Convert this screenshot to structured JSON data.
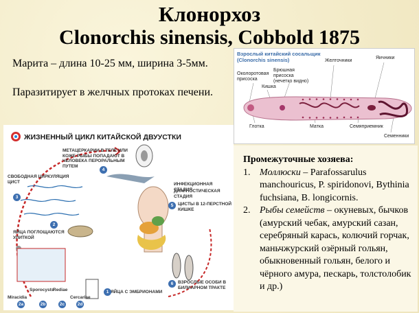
{
  "title": {
    "line1": "Клонорхоз",
    "line2": "Clonorchis sinensis, Cobbold 1875"
  },
  "marita": "Марита – длина 10-25 мм, ширина 3-5мм.",
  "parasite": "Паразитирует в желчных протоках печени.",
  "worm_diagram": {
    "title_ru": "Взрослый китайский сосальщик",
    "title_lat": "(Clonorchis sinensis)",
    "labels": {
      "oral_sucker": "Околоротовая присоска",
      "ventral_sucker": "Брюшная присоска (нечетко видно)",
      "vitellaria": "Желточники",
      "ovary": "Яичники",
      "gut": "Кишка",
      "pharynx": "Глотка",
      "uterus": "Матка",
      "seminal": "Семяприемник",
      "testes": "Семенники"
    },
    "colors": {
      "body": "#e9b6c9",
      "organs": "#7a1f3d"
    }
  },
  "lifecycle": {
    "heading": "ЖИЗНЕННЫЙ ЦИКЛ КИТАЙСКОЙ ДВУУСТКИ",
    "labels": {
      "metacercariae": "МЕТАЦЕРКАРИИ В ТЕЛЕ ИЛИ КОЖЕ РЫБЫ ПОПАДАЮТ В ЧЕЛОВЕКА ПЕРОРАЛЬНЫМ ПУТЕМ",
      "free_cyst": "СВОБОДНАЯ ЦИРКУЛЯЦИЯ ЦИСТ",
      "infective": "ИНФЕКЦИОННАЯ СТАДИЯ",
      "diagnostic": "ДИАГНОСТИЧЕСКАЯ СТАДИЯ",
      "cysts_duodenum": "ЦИСТЫ В 12-ПЕРСТНОЙ КИШКЕ",
      "eggs_snail": "ЯЙЦА ПОГЛОЩАЮТСЯ УЛИТКОЙ",
      "adults": "ВЗРОСЛЫЕ ОСОБИ В БИЛИАРНОМ ТРАКТЕ",
      "eggs_embryo": "ЯЙЦА С ЭМБРИОНАМИ"
    },
    "stages": [
      "Miracidia",
      "Sporocysts",
      "Rediae",
      "Cercariae"
    ],
    "stage_badges": [
      "2a",
      "2b",
      "2c",
      "2d"
    ],
    "badges": [
      "1",
      "2",
      "3",
      "4",
      "5",
      "6"
    ],
    "colors": {
      "arrows": "#c62828",
      "water": "#2c6fb0",
      "badge": "#3d6fb0"
    }
  },
  "hosts": {
    "heading": "Промежуточные хозяева:",
    "items": [
      {
        "num": "1.",
        "group": "Моллюски",
        "text": " – Parafossarulus manchouricus, P. spiridonovi, Bythinia fuchsiana, B. longicornis."
      },
      {
        "num": "2.",
        "group": "Рыбы семейств",
        "text": " – окуневых, бычков (амурский чебак, амурский сазан, серебряный карась, колючий горчак, маньчжурский озёрный гольян, обыкновенный гольян, белого и чёрного амура, пескарь, толстолобик и др.)"
      }
    ]
  }
}
